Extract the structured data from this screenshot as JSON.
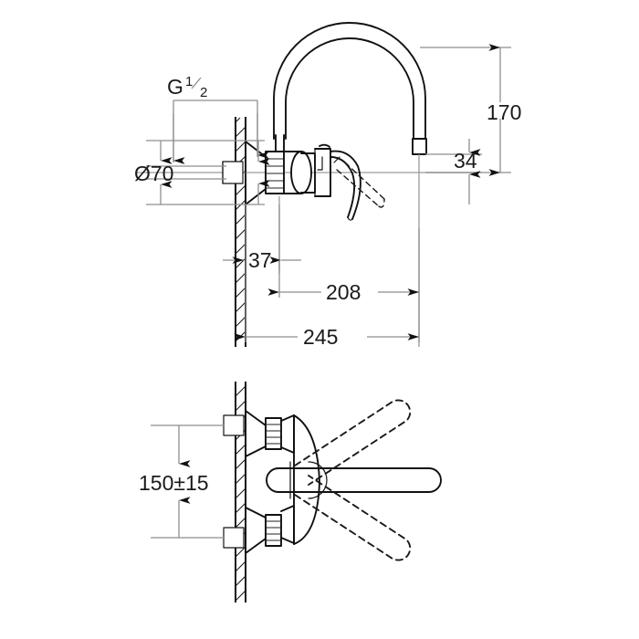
{
  "drawing": {
    "title": "Wall-mounted single-lever kitchen mixer tap - dimensioned technical drawing",
    "background_color": "#ffffff",
    "line_color": "#111111",
    "dimension_line_color": "#8e8e8e",
    "centerline_color": "#9a9a9a",
    "views": {
      "elevation": {
        "name": "side elevation view",
        "components": [
          "wall with section hatching",
          "escutcheon cone",
          "union nut",
          "mixer body",
          "lever handle",
          "swivel C-spout",
          "aerator outlet"
        ]
      },
      "plan": {
        "name": "plan view from above",
        "components": [
          "wall with section hatching",
          "two wall connection escutcheons",
          "mixer body",
          "spout shown centre and in two swivelled positions"
        ]
      }
    },
    "dimensions": {
      "thread": {
        "label_prefix": "G",
        "numerator": "1",
        "denominator": "2",
        "full": "G 1/2"
      },
      "escutcheon_diameter": "Ø70",
      "spout_height": "170",
      "outlet_offset": "34",
      "body_projection": "37",
      "spout_reach": "208",
      "total_projection": "245",
      "connection_spacing": "150±15"
    },
    "labels": [
      {
        "id": "thread",
        "text": "G",
        "sup": "1",
        "sub": "2"
      },
      {
        "id": "diameter",
        "text": "Ø70"
      },
      {
        "id": "height-170",
        "text": "170"
      },
      {
        "id": "offset-34",
        "text": "34"
      },
      {
        "id": "proj-37",
        "text": "37"
      },
      {
        "id": "reach-208",
        "text": "208"
      },
      {
        "id": "total-245",
        "text": "245"
      },
      {
        "id": "spacing-150",
        "text": "150±15"
      }
    ]
  }
}
